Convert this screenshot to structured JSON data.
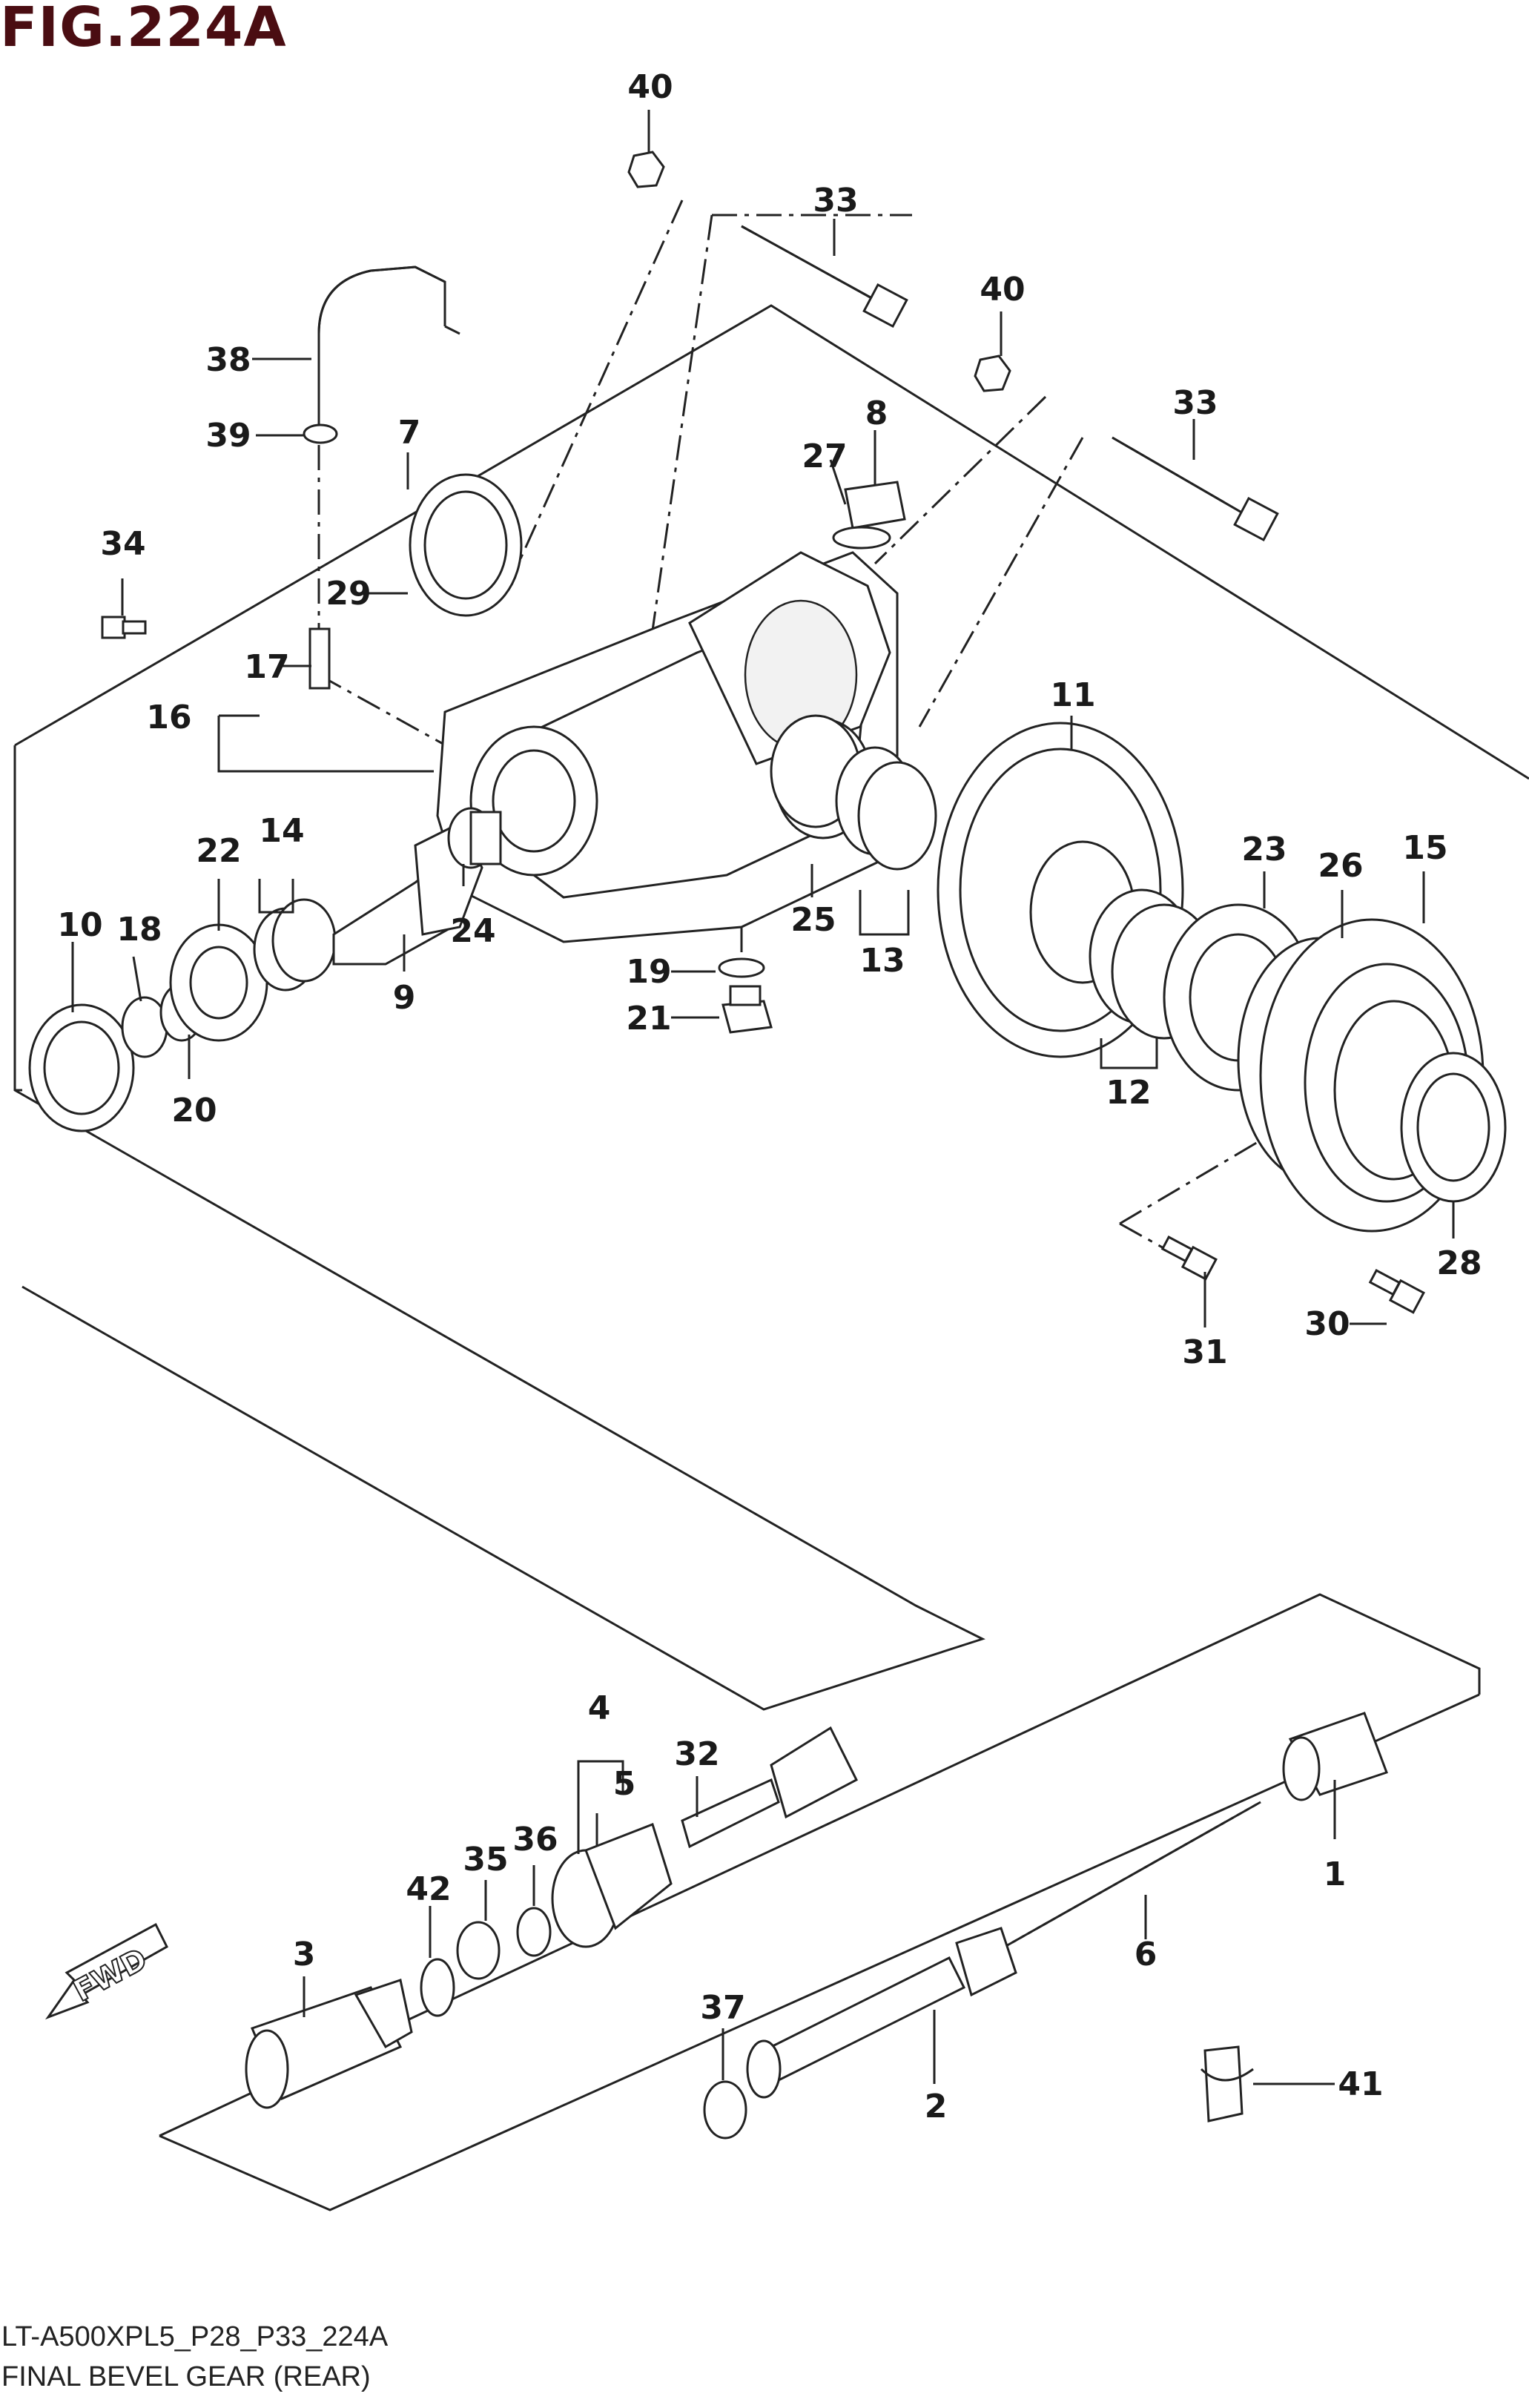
{
  "figure": {
    "title": "FIG.224A",
    "model_code": "LT-A500XPL5_P28_P33_224A",
    "caption": "FINAL BEVEL GEAR (REAR)",
    "direction_label": "FWD"
  },
  "callouts": [
    {
      "id": "c1",
      "text": "1"
    },
    {
      "id": "c2",
      "text": "2"
    },
    {
      "id": "c3",
      "text": "3"
    },
    {
      "id": "c4",
      "text": "4"
    },
    {
      "id": "c5",
      "text": "5"
    },
    {
      "id": "c6",
      "text": "6"
    },
    {
      "id": "c7",
      "text": "7"
    },
    {
      "id": "c8",
      "text": "8"
    },
    {
      "id": "c9",
      "text": "9"
    },
    {
      "id": "c10",
      "text": "10"
    },
    {
      "id": "c11",
      "text": "11"
    },
    {
      "id": "c12",
      "text": "12"
    },
    {
      "id": "c13",
      "text": "13"
    },
    {
      "id": "c14",
      "text": "14"
    },
    {
      "id": "c15",
      "text": "15"
    },
    {
      "id": "c16",
      "text": "16"
    },
    {
      "id": "c17",
      "text": "17"
    },
    {
      "id": "c18",
      "text": "18"
    },
    {
      "id": "c19",
      "text": "19"
    },
    {
      "id": "c20",
      "text": "20"
    },
    {
      "id": "c21",
      "text": "21"
    },
    {
      "id": "c22",
      "text": "22"
    },
    {
      "id": "c23",
      "text": "23"
    },
    {
      "id": "c24",
      "text": "24"
    },
    {
      "id": "c25",
      "text": "25"
    },
    {
      "id": "c26",
      "text": "26"
    },
    {
      "id": "c27",
      "text": "27"
    },
    {
      "id": "c28",
      "text": "28"
    },
    {
      "id": "c29",
      "text": "29"
    },
    {
      "id": "c30",
      "text": "30"
    },
    {
      "id": "c31",
      "text": "31"
    },
    {
      "id": "c32",
      "text": "32"
    },
    {
      "id": "c33a",
      "text": "33"
    },
    {
      "id": "c33b",
      "text": "33"
    },
    {
      "id": "c34",
      "text": "34"
    },
    {
      "id": "c35",
      "text": "35"
    },
    {
      "id": "c36",
      "text": "36"
    },
    {
      "id": "c37",
      "text": "37"
    },
    {
      "id": "c38",
      "text": "38"
    },
    {
      "id": "c39",
      "text": "39"
    },
    {
      "id": "c40a",
      "text": "40"
    },
    {
      "id": "c40b",
      "text": "40"
    },
    {
      "id": "c41",
      "text": "41"
    },
    {
      "id": "c42",
      "text": "42"
    }
  ],
  "colors": {
    "title": "#4a0d12",
    "line": "#222222"
  }
}
